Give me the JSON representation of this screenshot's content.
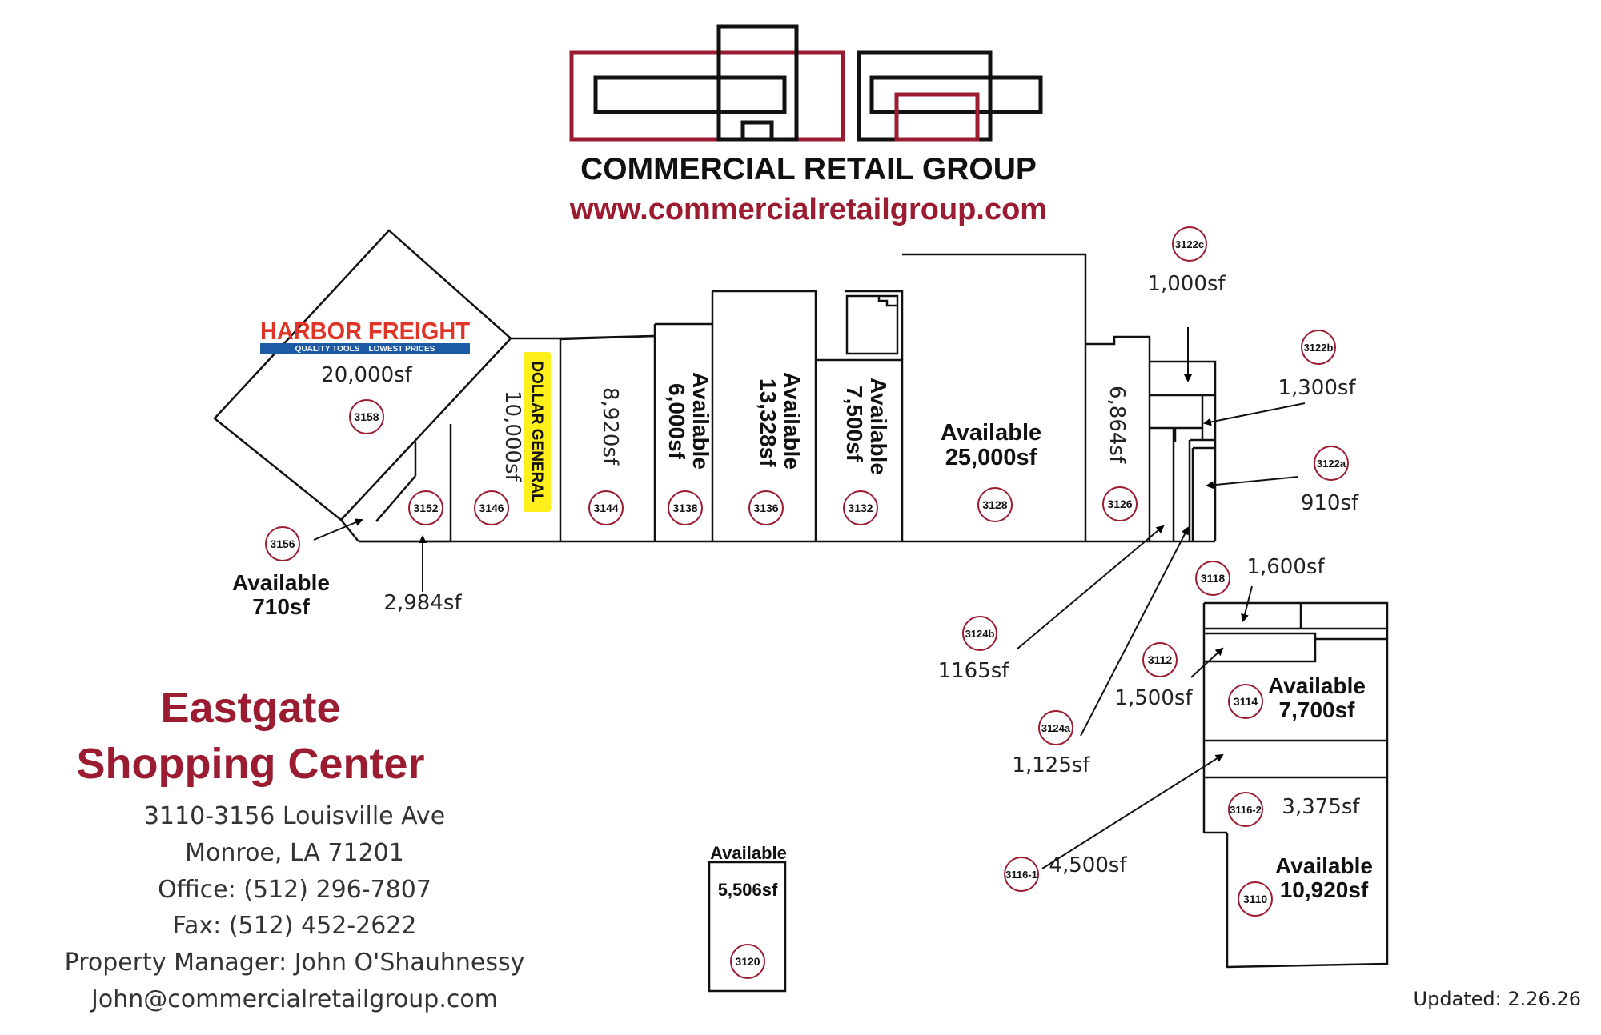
{
  "header": {
    "company_name": "COMMERCIAL RETAIL GROUP",
    "website": "www.commercialretailgroup.com",
    "brand_color": "#9b1b30"
  },
  "center": {
    "title_line1": "Eastgate",
    "title_line2": "Shopping Center",
    "address": "3110-3156 Louisville Ave",
    "city": "Monroe, LA 71201",
    "office": "Office: (512) 296-7807",
    "fax": "Fax: (512) 452-2622",
    "manager": "Property Manager: John O'Shauhnessy",
    "email": "John@commercialretailgroup.com"
  },
  "updated": "Updated: 2.26.26",
  "tenants": {
    "harbor_freight": {
      "name": "HARBOR FREIGHT",
      "tagline": "QUALITY TOOLS    LOWEST PRICES"
    },
    "dollar_general": {
      "name": "DOLLAR GENERAL"
    }
  },
  "units": [
    {
      "id": "3158",
      "size": "20,000sf"
    },
    {
      "id": "3156",
      "status": "Available",
      "size": "710sf"
    },
    {
      "id": "3152",
      "size": "2,984sf"
    },
    {
      "id": "3146",
      "size": "10,000sf"
    },
    {
      "id": "3144",
      "size": "8,920sf"
    },
    {
      "id": "3138",
      "status": "Available",
      "size": "6,000sf"
    },
    {
      "id": "3136",
      "status": "Available",
      "size": "13,328sf"
    },
    {
      "id": "3132",
      "status": "Available",
      "size": "7,500sf"
    },
    {
      "id": "3128",
      "status": "Available",
      "size": "25,000sf"
    },
    {
      "id": "3126",
      "size": "6,864sf"
    },
    {
      "id": "3122c",
      "size": "1,000sf"
    },
    {
      "id": "3122b",
      "size": "1,300sf"
    },
    {
      "id": "3122a",
      "size": "910sf"
    },
    {
      "id": "3124b",
      "size": "1165sf"
    },
    {
      "id": "3124a",
      "size": "1,125sf"
    },
    {
      "id": "3118",
      "size": "1,600sf"
    },
    {
      "id": "3112",
      "size": "1,500sf"
    },
    {
      "id": "3114",
      "status": "Available",
      "size": "7,700sf"
    },
    {
      "id": "3116-2",
      "size": "3,375sf"
    },
    {
      "id": "3116-1",
      "size": "4,500sf"
    },
    {
      "id": "3110",
      "status": "Available",
      "size": "10,920sf"
    },
    {
      "id": "3120",
      "status": "Available",
      "size": "5,506sf"
    }
  ]
}
